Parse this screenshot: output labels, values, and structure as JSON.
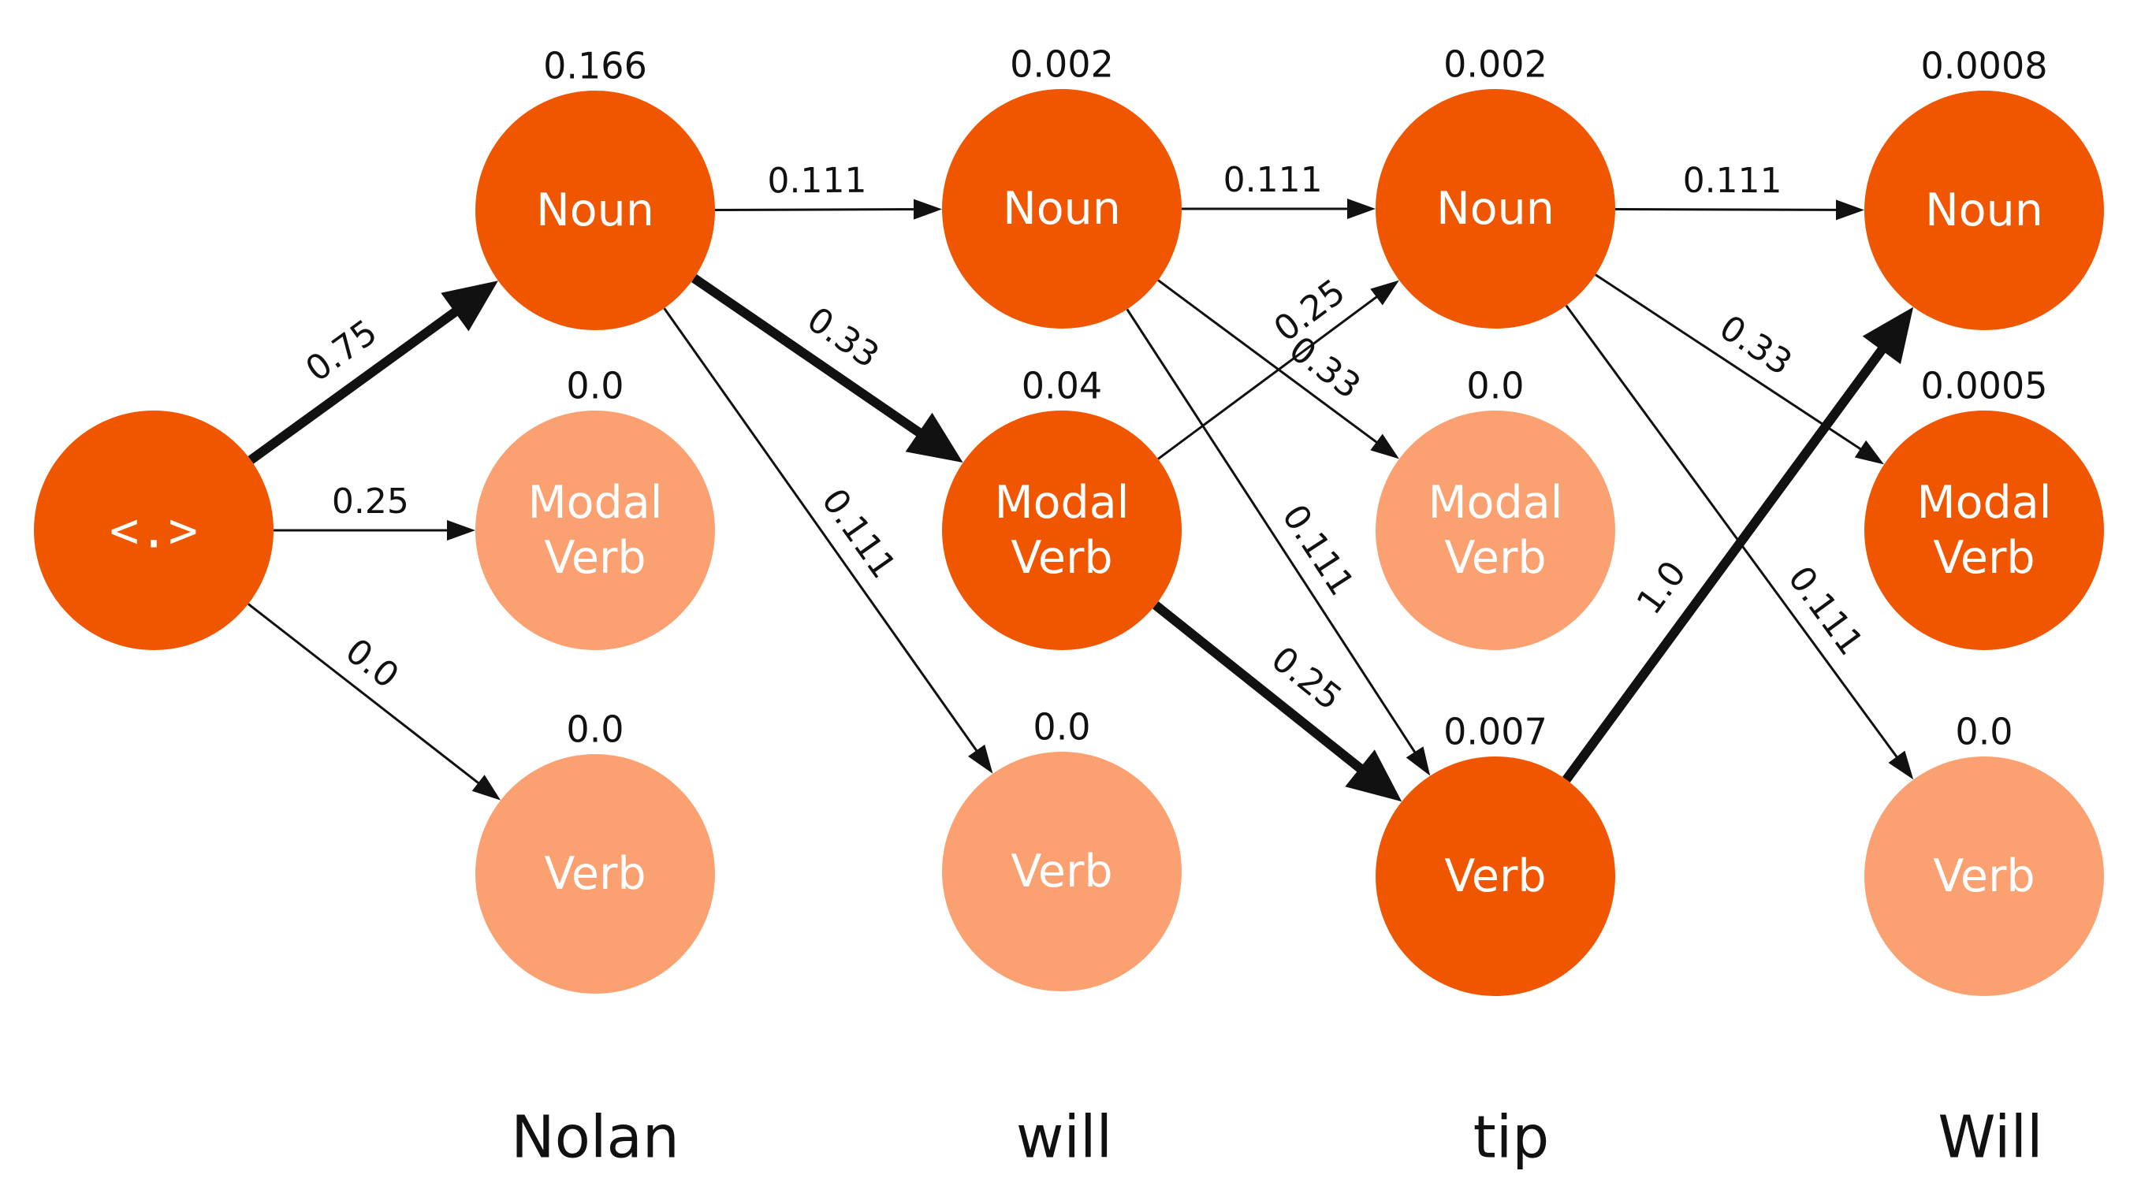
{
  "colors": {
    "active": "#f05600",
    "inactive": "#fba171",
    "edge": "#111111",
    "label_text": "#ffffff"
  },
  "start_node": {
    "id": "start",
    "label": "<.>"
  },
  "words": [
    "Nolan",
    "will",
    "tip",
    "Will"
  ],
  "columns": [
    {
      "word": "Nolan",
      "states": [
        {
          "id": "c1_noun",
          "tag": "Noun",
          "lines": [
            "Noun"
          ],
          "prob": "0.166",
          "active": true
        },
        {
          "id": "c1_modal",
          "tag": "Modal Verb",
          "lines": [
            "Modal",
            "Verb"
          ],
          "prob": "0.0",
          "active": false
        },
        {
          "id": "c1_verb",
          "tag": "Verb",
          "lines": [
            "Verb"
          ],
          "prob": "0.0",
          "active": false
        }
      ]
    },
    {
      "word": "will",
      "states": [
        {
          "id": "c2_noun",
          "tag": "Noun",
          "lines": [
            "Noun"
          ],
          "prob": "0.002",
          "active": true
        },
        {
          "id": "c2_modal",
          "tag": "Modal Verb",
          "lines": [
            "Modal",
            "Verb"
          ],
          "prob": "0.04",
          "active": true
        },
        {
          "id": "c2_verb",
          "tag": "Verb",
          "lines": [
            "Verb"
          ],
          "prob": "0.0",
          "active": false
        }
      ]
    },
    {
      "word": "tip",
      "states": [
        {
          "id": "c3_noun",
          "tag": "Noun",
          "lines": [
            "Noun"
          ],
          "prob": "0.002",
          "active": true
        },
        {
          "id": "c3_modal",
          "tag": "Modal Verb",
          "lines": [
            "Modal",
            "Verb"
          ],
          "prob": "0.0",
          "active": false
        },
        {
          "id": "c3_verb",
          "tag": "Verb",
          "lines": [
            "Verb"
          ],
          "prob": "0.007",
          "active": true
        }
      ]
    },
    {
      "word": "Will",
      "states": [
        {
          "id": "c4_noun",
          "tag": "Noun",
          "lines": [
            "Noun"
          ],
          "prob": "0.0008",
          "active": true
        },
        {
          "id": "c4_modal",
          "tag": "Modal Verb",
          "lines": [
            "Modal",
            "Verb"
          ],
          "prob": "0.0005",
          "active": true
        },
        {
          "id": "c4_verb",
          "tag": "Verb",
          "lines": [
            "Verb"
          ],
          "prob": "0.0",
          "active": false
        }
      ]
    }
  ],
  "edges": [
    {
      "from": "start",
      "to": "c1_noun",
      "label": "0.75",
      "best_path": true
    },
    {
      "from": "start",
      "to": "c1_modal",
      "label": "0.25",
      "best_path": false
    },
    {
      "from": "start",
      "to": "c1_verb",
      "label": "0.0",
      "best_path": false
    },
    {
      "from": "c1_noun",
      "to": "c2_noun",
      "label": "0.111",
      "best_path": false
    },
    {
      "from": "c1_noun",
      "to": "c2_modal",
      "label": "0.33",
      "best_path": true
    },
    {
      "from": "c1_noun",
      "to": "c2_verb",
      "label": "0.111",
      "best_path": false
    },
    {
      "from": "c2_noun",
      "to": "c3_noun",
      "label": "0.111",
      "best_path": false
    },
    {
      "from": "c2_noun",
      "to": "c3_modal",
      "label": "0.33",
      "best_path": false
    },
    {
      "from": "c2_noun",
      "to": "c3_verb",
      "label": "0.111",
      "best_path": false
    },
    {
      "from": "c2_modal",
      "to": "c3_noun",
      "label": "0.25",
      "best_path": false
    },
    {
      "from": "c2_modal",
      "to": "c3_verb",
      "label": "0.25",
      "best_path": true
    },
    {
      "from": "c3_noun",
      "to": "c4_noun",
      "label": "0.111",
      "best_path": false
    },
    {
      "from": "c3_noun",
      "to": "c4_modal",
      "label": "0.33",
      "best_path": false
    },
    {
      "from": "c3_noun",
      "to": "c4_verb",
      "label": "0.111",
      "best_path": false
    },
    {
      "from": "c3_verb",
      "to": "c4_noun",
      "label": "1.0",
      "best_path": true
    }
  ]
}
